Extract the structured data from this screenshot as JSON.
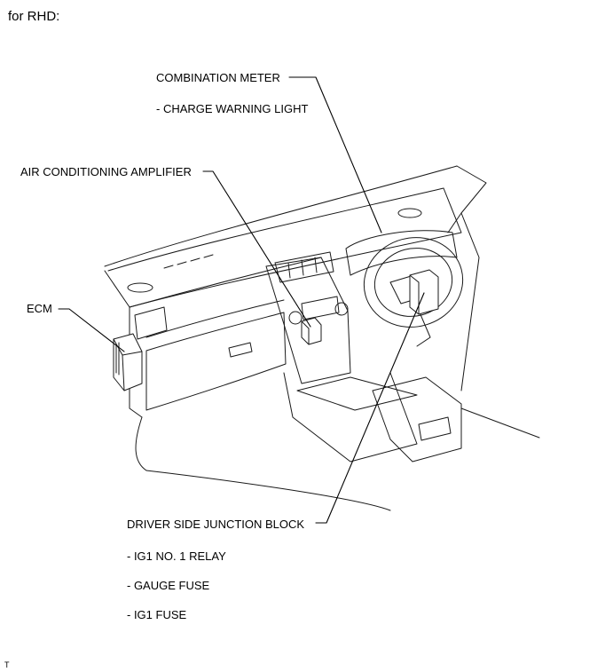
{
  "header": {
    "title": "for RHD:"
  },
  "labels": {
    "combination_meter": "COMBINATION METER",
    "charge_warning_light": "- CHARGE WARNING LIGHT",
    "air_conditioning_amplifier": "AIR CONDITIONING AMPLIFIER",
    "ecm": "ECM",
    "driver_side_junction_block": "DRIVER SIDE JUNCTION BLOCK",
    "ig1_no1_relay": "- IG1 NO. 1 RELAY",
    "gauge_fuse": "- GAUGE FUSE",
    "ig1_fuse": "- IG1 FUSE"
  },
  "footer": {
    "mark": "T"
  }
}
